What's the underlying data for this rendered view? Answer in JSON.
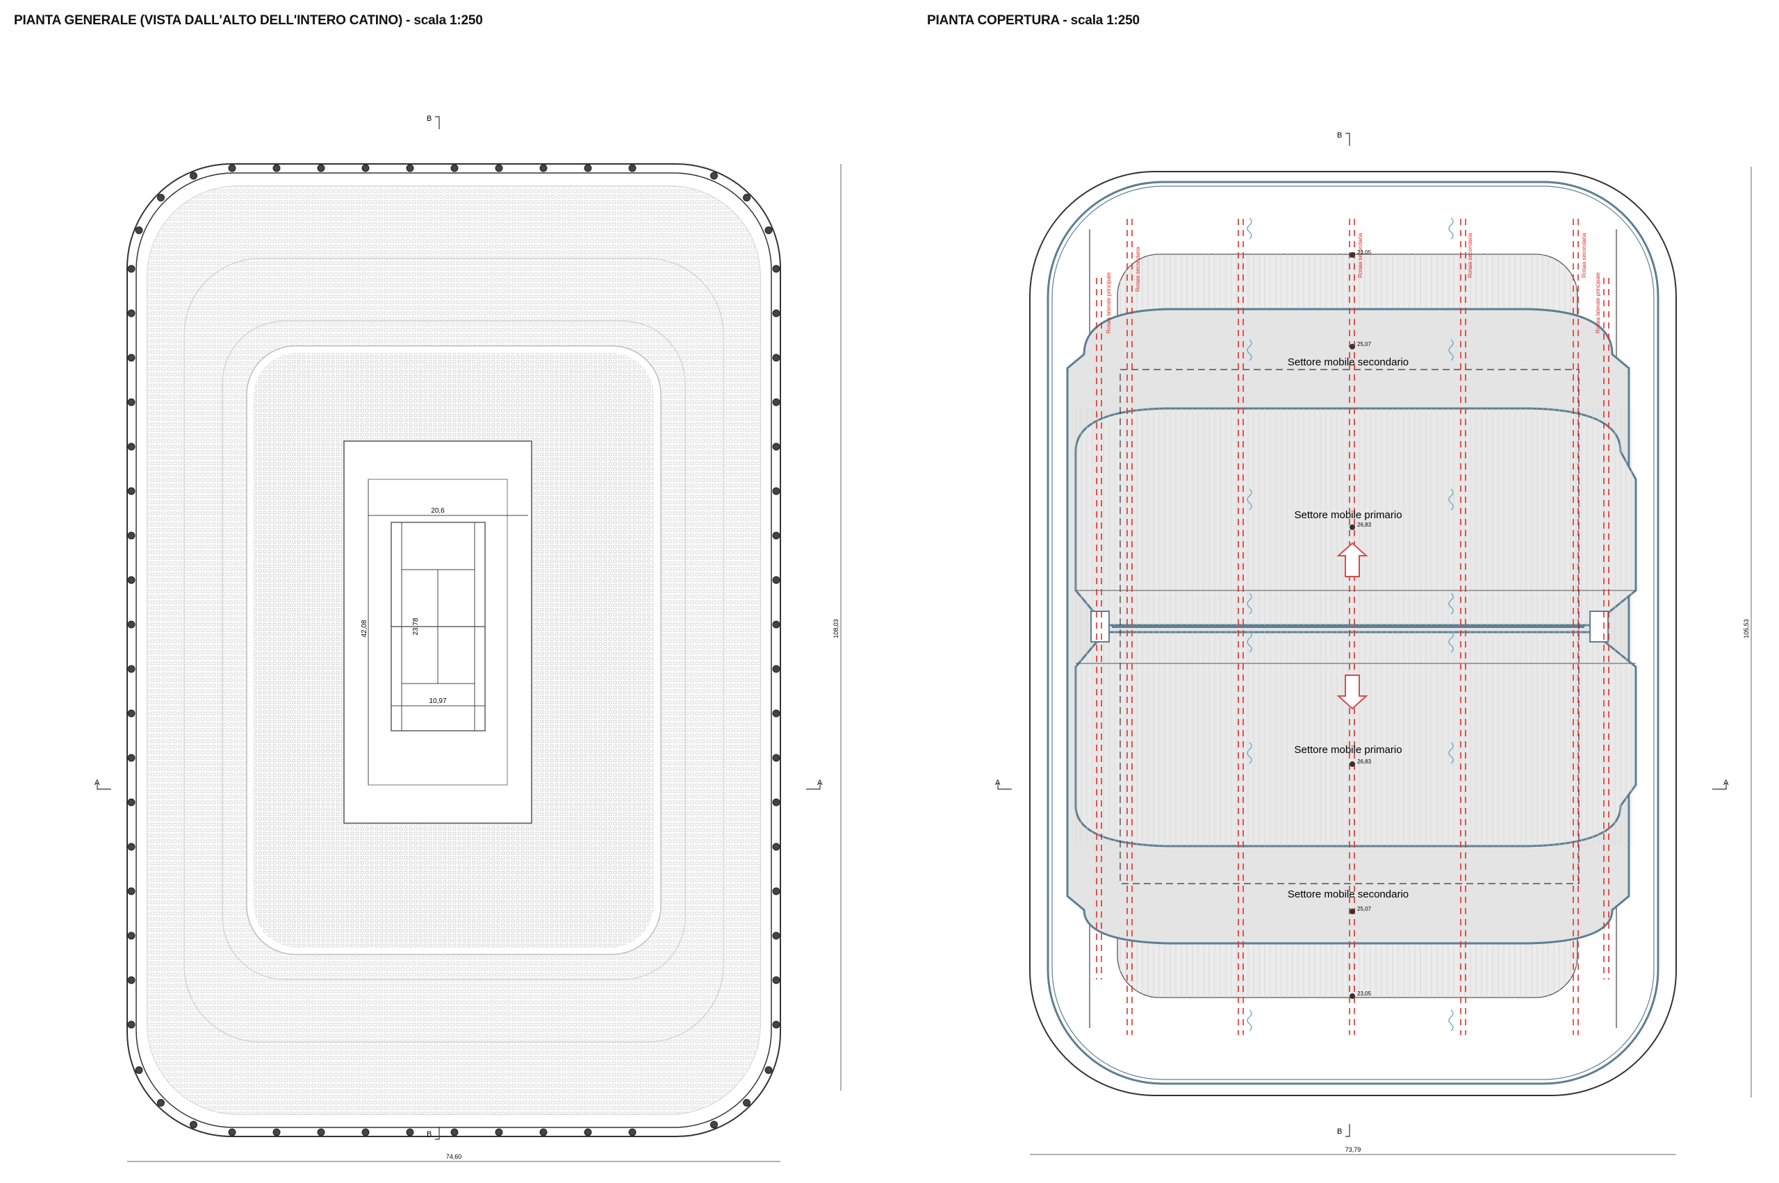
{
  "left_plan": {
    "title": "PIANTA GENERALE (VISTA DALL'ALTO DELL'INTERO CATINO) - scala 1:250",
    "dim_court_width": "20,6",
    "dim_court_length": "42,08",
    "dim_tennis_length": "23,78",
    "dim_tennis_width": "10,97",
    "dim_total_height": "108,03",
    "dim_total_width": "74,60",
    "section_top": "B",
    "section_bottom": "B",
    "section_left": "A",
    "section_right": "A"
  },
  "right_plan": {
    "title": "PIANTA COPERTURA - scala 1:250",
    "label_secondary_top": "Settore mobile secondario",
    "label_primary_top": "Settore mobile primario",
    "label_primary_bottom": "Settore mobile primario",
    "label_secondary_bottom": "Settore mobile secondario",
    "elev_top": "23,05",
    "elev_secondary_top": "25,07",
    "elev_primary_top": "26,83",
    "elev_primary_bottom": "26,83",
    "elev_secondary_bottom": "25,07",
    "elev_bottom": "23,05",
    "rail_main_label": "Rotaia laterale principale",
    "rail_secondary_label": "Rotaia secondaria",
    "dim_total_height": "105,53",
    "dim_total_width": "73,79",
    "section_top": "B",
    "section_bottom": "B",
    "section_left": "A",
    "section_right": "A"
  },
  "colors": {
    "line": "#333333",
    "seat": "#d6d6d6",
    "rail": "#e0302a",
    "roof_edge": "#5d7f93",
    "roof_fill": "#e9e9e9",
    "wind": "#6fa8c8"
  }
}
